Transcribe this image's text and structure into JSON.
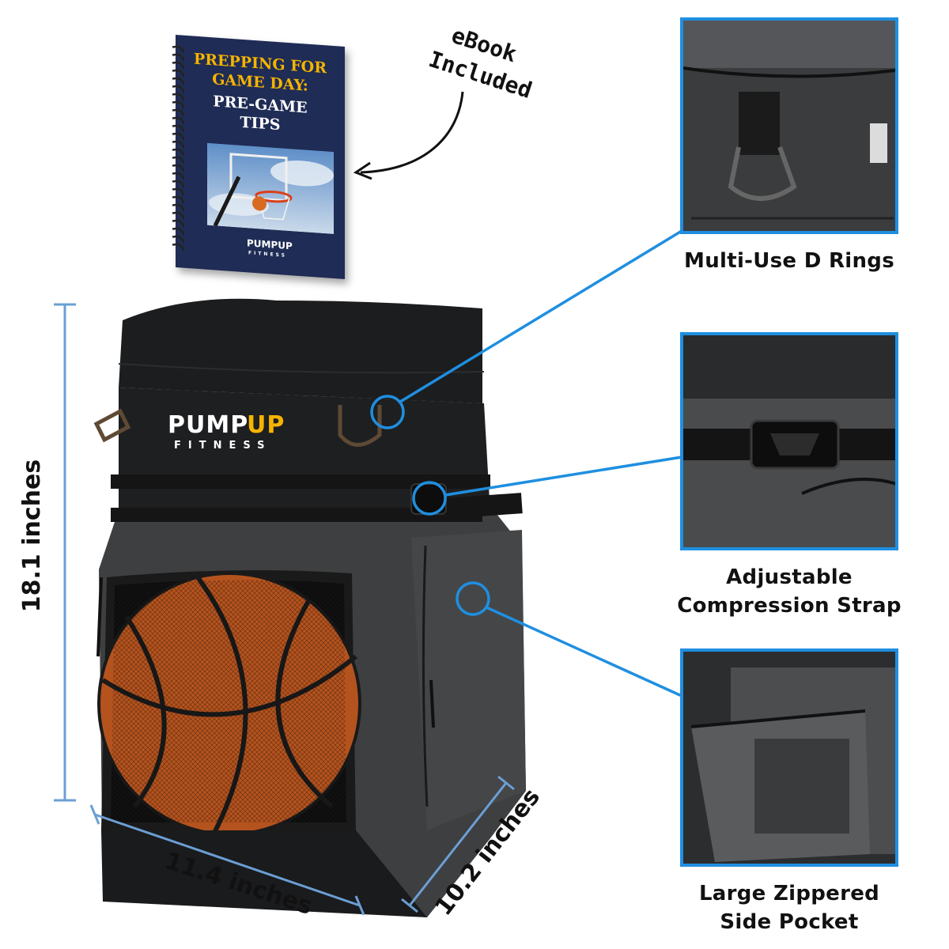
{
  "ebook": {
    "title_line1": "PREPPING FOR",
    "title_line2": "GAME DAY:",
    "title_line3": "PRE-GAME",
    "title_line4": "TIPS",
    "brand": "PUMPUP",
    "brand_sub": "FITNESS"
  },
  "ebook_note": {
    "line1": "eBook",
    "line2": "Included"
  },
  "bag_logo": {
    "pump": "PUMP",
    "up": "UP",
    "fitness": "FITNESS"
  },
  "features": [
    {
      "caption": "Multi-Use D Rings"
    },
    {
      "caption_line1": "Adjustable",
      "caption_line2": "Compression Strap"
    },
    {
      "caption_line1": "Large Zippered",
      "caption_line2": "Side Pocket"
    }
  ],
  "dimensions": {
    "height": "18.1 inches",
    "width": "11.4 inches",
    "depth": "10.2 inches"
  },
  "colors": {
    "accent_blue": "#1f8fe0",
    "dimension_blue": "#6b9fd4",
    "bag_dark": "#1c1d1f",
    "bag_grey": "#3e3f41",
    "ball_orange": "#b5531e",
    "logo_yellow": "#f5b400"
  }
}
